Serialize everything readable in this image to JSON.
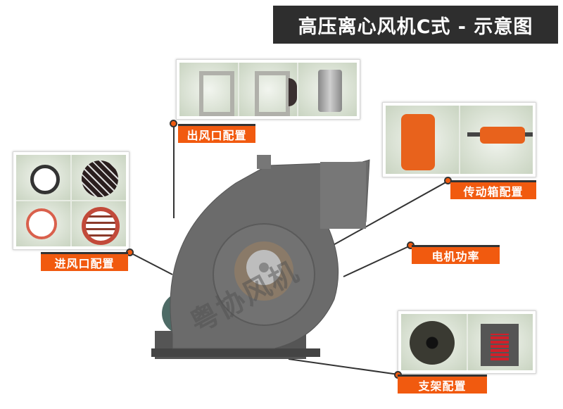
{
  "title": "高压离心风机C式 - 示意图",
  "watermark": "粤协风机",
  "colors": {
    "accent": "#f15a0f",
    "title_bg": "#2e2e2e",
    "line": "#333333",
    "fan_body": "#6b6b6b"
  },
  "callouts": [
    {
      "id": "outlet",
      "label": "出风口配置",
      "items": [
        "rectangular-flange",
        "flange-with-damper",
        "cylindrical-duct"
      ]
    },
    {
      "id": "transmission",
      "label": "传动箱配置",
      "items": [
        "bearing-box-upright",
        "bearing-housing-horizontal"
      ]
    },
    {
      "id": "inlet",
      "label": "进风口配置",
      "items": [
        "inlet-ring",
        "inlet-grille",
        "flexible-ring",
        "inlet-damper"
      ]
    },
    {
      "id": "motor",
      "label": "电机功率",
      "items": []
    },
    {
      "id": "base",
      "label": "支架配置",
      "items": [
        "rubber-isolator",
        "spring-isolator"
      ]
    }
  ]
}
